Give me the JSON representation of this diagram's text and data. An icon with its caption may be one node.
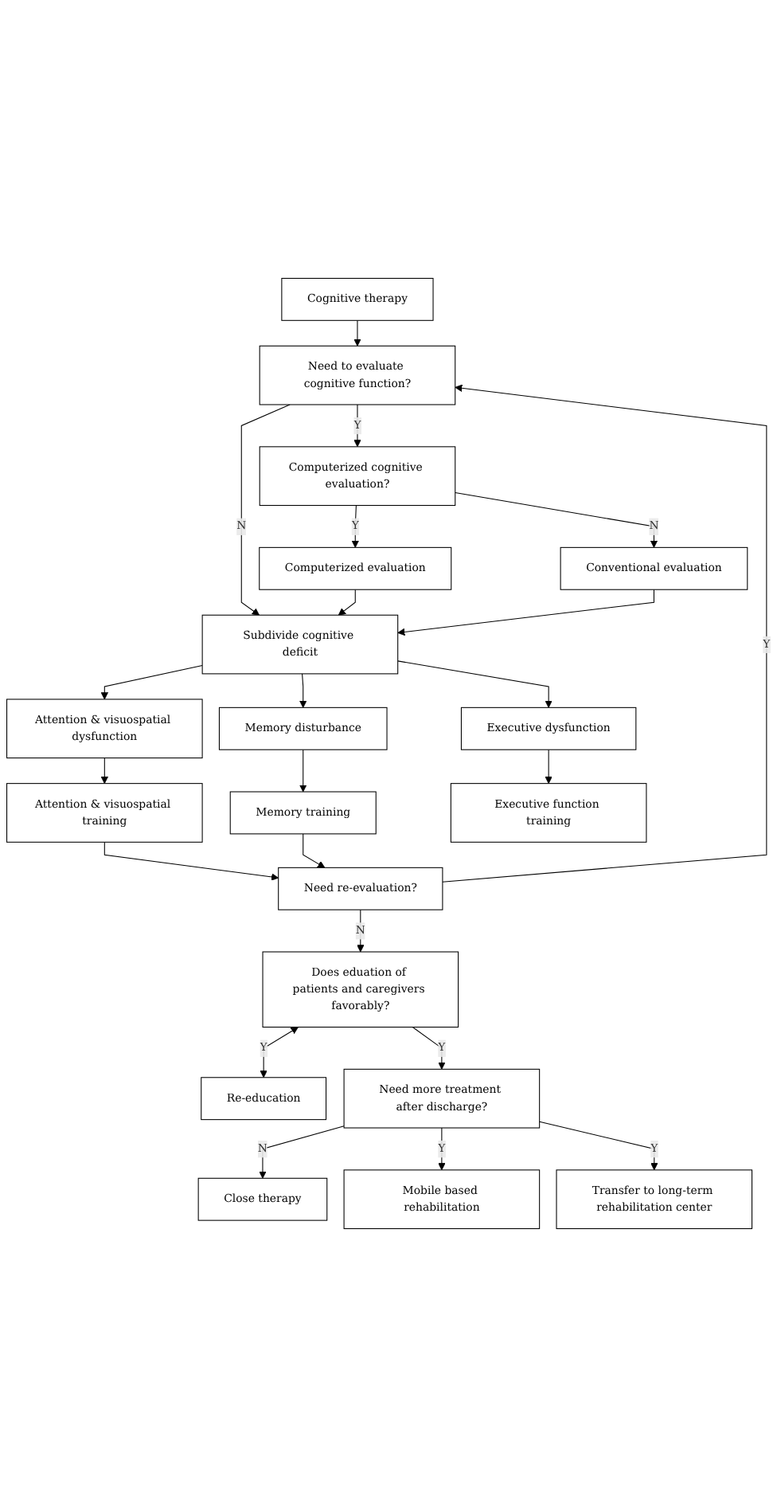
{
  "diagram": {
    "nodes": [
      {
        "text": [
          "Cognitive therapy"
        ]
      },
      {
        "text": [
          "Need to evaluate cognitive function?"
        ]
      },
      {
        "text": [
          "Computerized cognitive evaluation?"
        ]
      },
      {
        "text": [
          "Computerized evaluation"
        ]
      },
      {
        "text": [
          "Conventional evaluation"
        ]
      },
      {
        "text": [
          "Subdivide cognitive deficit"
        ]
      },
      {
        "text": [
          "Attention & visuospatial dysfunction"
        ]
      },
      {
        "text": [
          "Memory disturbance"
        ]
      },
      {
        "text": [
          "Executive dysfunction"
        ]
      },
      {
        "text": [
          "Attention & visuospatial training"
        ]
      },
      {
        "text": [
          "Memory training"
        ]
      },
      {
        "text": [
          "Executive function training"
        ]
      },
      {
        "text": [
          "Need re-evaluation?"
        ]
      },
      {
        "text": [
          "Does eduation of patients and caregivers favorably?"
        ]
      },
      {
        "text": [
          "Re-education"
        ]
      },
      {
        "text": [
          "Need more treatment after discharge?"
        ]
      },
      {
        "text": [
          "Close therapy"
        ]
      },
      {
        "text": [
          "Mobile based rehabilitation"
        ]
      },
      {
        "text": [
          "Transfer to long-term rehabilitation center"
        ]
      }
    ],
    "edges": [
      {
        "from": 0,
        "to": 1,
        "arrow": "to"
      },
      {
        "from": 1,
        "to": 2,
        "arrow": "to",
        "label": "Y"
      },
      {
        "from": 1,
        "to": 5,
        "arrow": "to",
        "label": "N"
      },
      {
        "from": 2,
        "to": 3,
        "arrow": "to",
        "label": "Y"
      },
      {
        "from": 2,
        "to": 4,
        "arrow": "to",
        "label": "N"
      },
      {
        "from": 3,
        "to": 5,
        "arrow": "to"
      },
      {
        "from": 4,
        "to": 5,
        "arrow": "to"
      },
      {
        "from": 5,
        "to": 6,
        "arrow": "to"
      },
      {
        "from": 5,
        "to": 7,
        "arrow": "to"
      },
      {
        "from": 5,
        "to": 8,
        "arrow": "to"
      },
      {
        "from": 6,
        "to": 9,
        "arrow": "to"
      },
      {
        "from": 7,
        "to": 10,
        "arrow": "to"
      },
      {
        "from": 8,
        "to": 11,
        "arrow": "to"
      },
      {
        "from": 9,
        "to": 12,
        "arrow": "to"
      },
      {
        "from": 10,
        "to": 12,
        "arrow": "to"
      },
      {
        "from": 12,
        "to": 1,
        "arrow": "to",
        "label": "Y"
      },
      {
        "from": 12,
        "to": 13,
        "arrow": "to",
        "label": "N"
      },
      {
        "from": 13,
        "to": 14,
        "arrow": "both",
        "label": "Y"
      },
      {
        "from": 13,
        "to": 15,
        "arrow": "to",
        "label": "Y"
      },
      {
        "from": 15,
        "to": 16,
        "arrow": "to",
        "label": "N"
      },
      {
        "from": 15,
        "to": 17,
        "arrow": "to",
        "label": "Y"
      },
      {
        "from": 15,
        "to": 18,
        "arrow": "to",
        "label": "Y"
      }
    ]
  }
}
